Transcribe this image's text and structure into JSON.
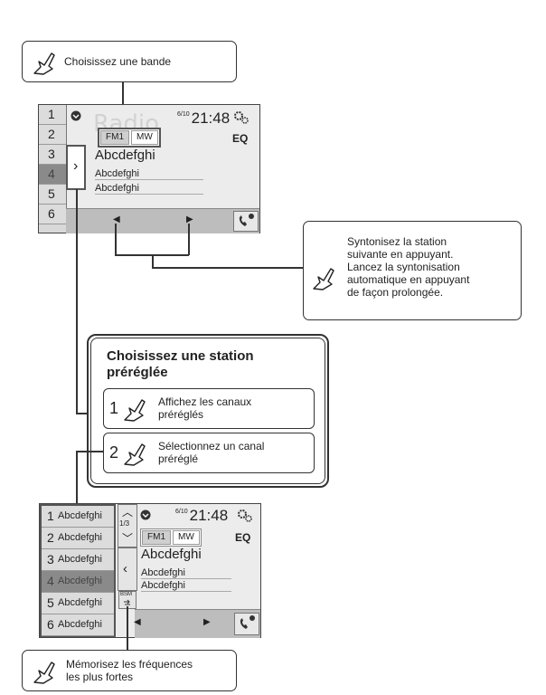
{
  "callouts": {
    "band": "Choisissez une bande",
    "tune_line1": "Syntonisez la station",
    "tune_line2": "suivante en appuyant.",
    "tune_line3": "Lancez la syntonisation",
    "tune_line4": "automatique en appuyant",
    "tune_line5": "de façon prolongée.",
    "memory_line1": "Mémorisez les fréquences",
    "memory_line2": "les plus fortes"
  },
  "preset_panel": {
    "title_line1": "Choisissez une station",
    "title_line2": "préréglée",
    "step1_num": "1",
    "step1_line1": "Affichez les canaux",
    "step1_line2": "préréglés",
    "step2_num": "2",
    "step2_line1": "Sélectionnez un canal",
    "step2_line2": "préréglé"
  },
  "screen1": {
    "presets": [
      "1",
      "2",
      "3",
      "4",
      "5",
      "6"
    ],
    "selected_preset_index": 3,
    "watermark": "Radio",
    "bands": [
      "FM1",
      "MW"
    ],
    "active_band": "FM1",
    "page": "6/10",
    "time": "21:48",
    "eq": "EQ",
    "station": "Abcdefghi",
    "info1": "Abcdefghi",
    "info2": "Abcdefghi",
    "expand_glyph": "›",
    "prev_glyph": "◀",
    "next_glyph": "▶"
  },
  "screen2": {
    "presets": [
      {
        "num": "1",
        "label": "Abcdefghi"
      },
      {
        "num": "2",
        "label": "Abcdefghi"
      },
      {
        "num": "3",
        "label": "Abcdefghi"
      },
      {
        "num": "4",
        "label": "Abcdefghi"
      },
      {
        "num": "5",
        "label": "Abcdefghi"
      },
      {
        "num": "6",
        "label": "Abcdefghi"
      }
    ],
    "selected_preset_index": 3,
    "page_indicator": "1/3",
    "up_glyph": "︿",
    "down_glyph": "﹀",
    "collapse_glyph": "‹",
    "bsm_label": "BSM",
    "bands": [
      "FM1",
      "MW"
    ],
    "active_band": "FM1",
    "page": "6/10",
    "time": "21:48",
    "eq": "EQ",
    "station": "Abcdefghi",
    "info1": "Abcdefghi",
    "info2": "Abcdefghi",
    "prev_glyph": "◀",
    "next_glyph": "▶"
  },
  "icons": {
    "hand": "touch-hand-icon",
    "settings": "gear-icon",
    "phone": "phone-icon",
    "down_badge": "chevron-down-circle-icon"
  }
}
